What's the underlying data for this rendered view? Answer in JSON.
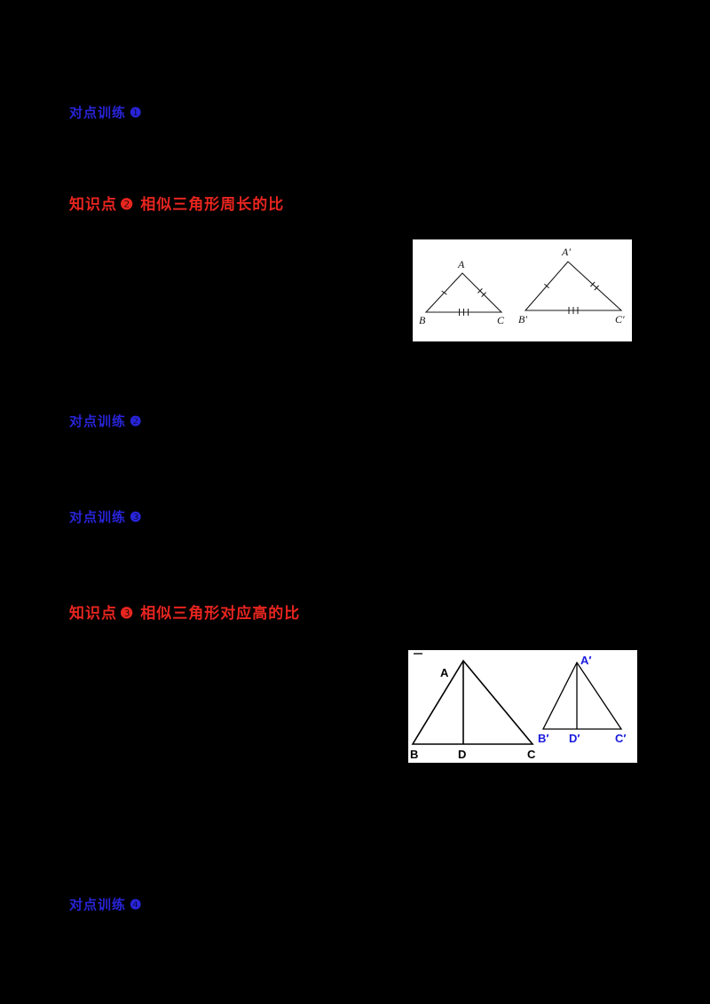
{
  "colors": {
    "page_bg": "#000000",
    "heading_red": "#e8251f",
    "practice_blue": "#2824d8",
    "figure_blue": "#1a1adf",
    "figure_bg": "#ffffff",
    "line_dark": "#1a1a1a"
  },
  "sections": {
    "practice1": {
      "label": "对点训练",
      "num": "❶"
    },
    "kp2": {
      "label": "知识点",
      "num": "❷",
      "title": "相似三角形周长的比"
    },
    "practice2": {
      "label": "对点训练",
      "num": "❷"
    },
    "practice3": {
      "label": "对点训练",
      "num": "❸"
    },
    "kp3": {
      "label": "知识点",
      "num": "❸",
      "title": "相似三角形对应高的比"
    },
    "practice4": {
      "label": "对点训练",
      "num": "❹"
    }
  },
  "figure1": {
    "labels": {
      "A": "A",
      "B": "B",
      "C": "C",
      "Ap": "A′",
      "Bp": "B′",
      "Cp": "C′"
    }
  },
  "figure2": {
    "labels": {
      "A": "A",
      "B": "B",
      "C": "C",
      "D": "D",
      "Ap": "A′",
      "Bp": "B′",
      "Cp": "C′",
      "Dp": "D′"
    }
  }
}
